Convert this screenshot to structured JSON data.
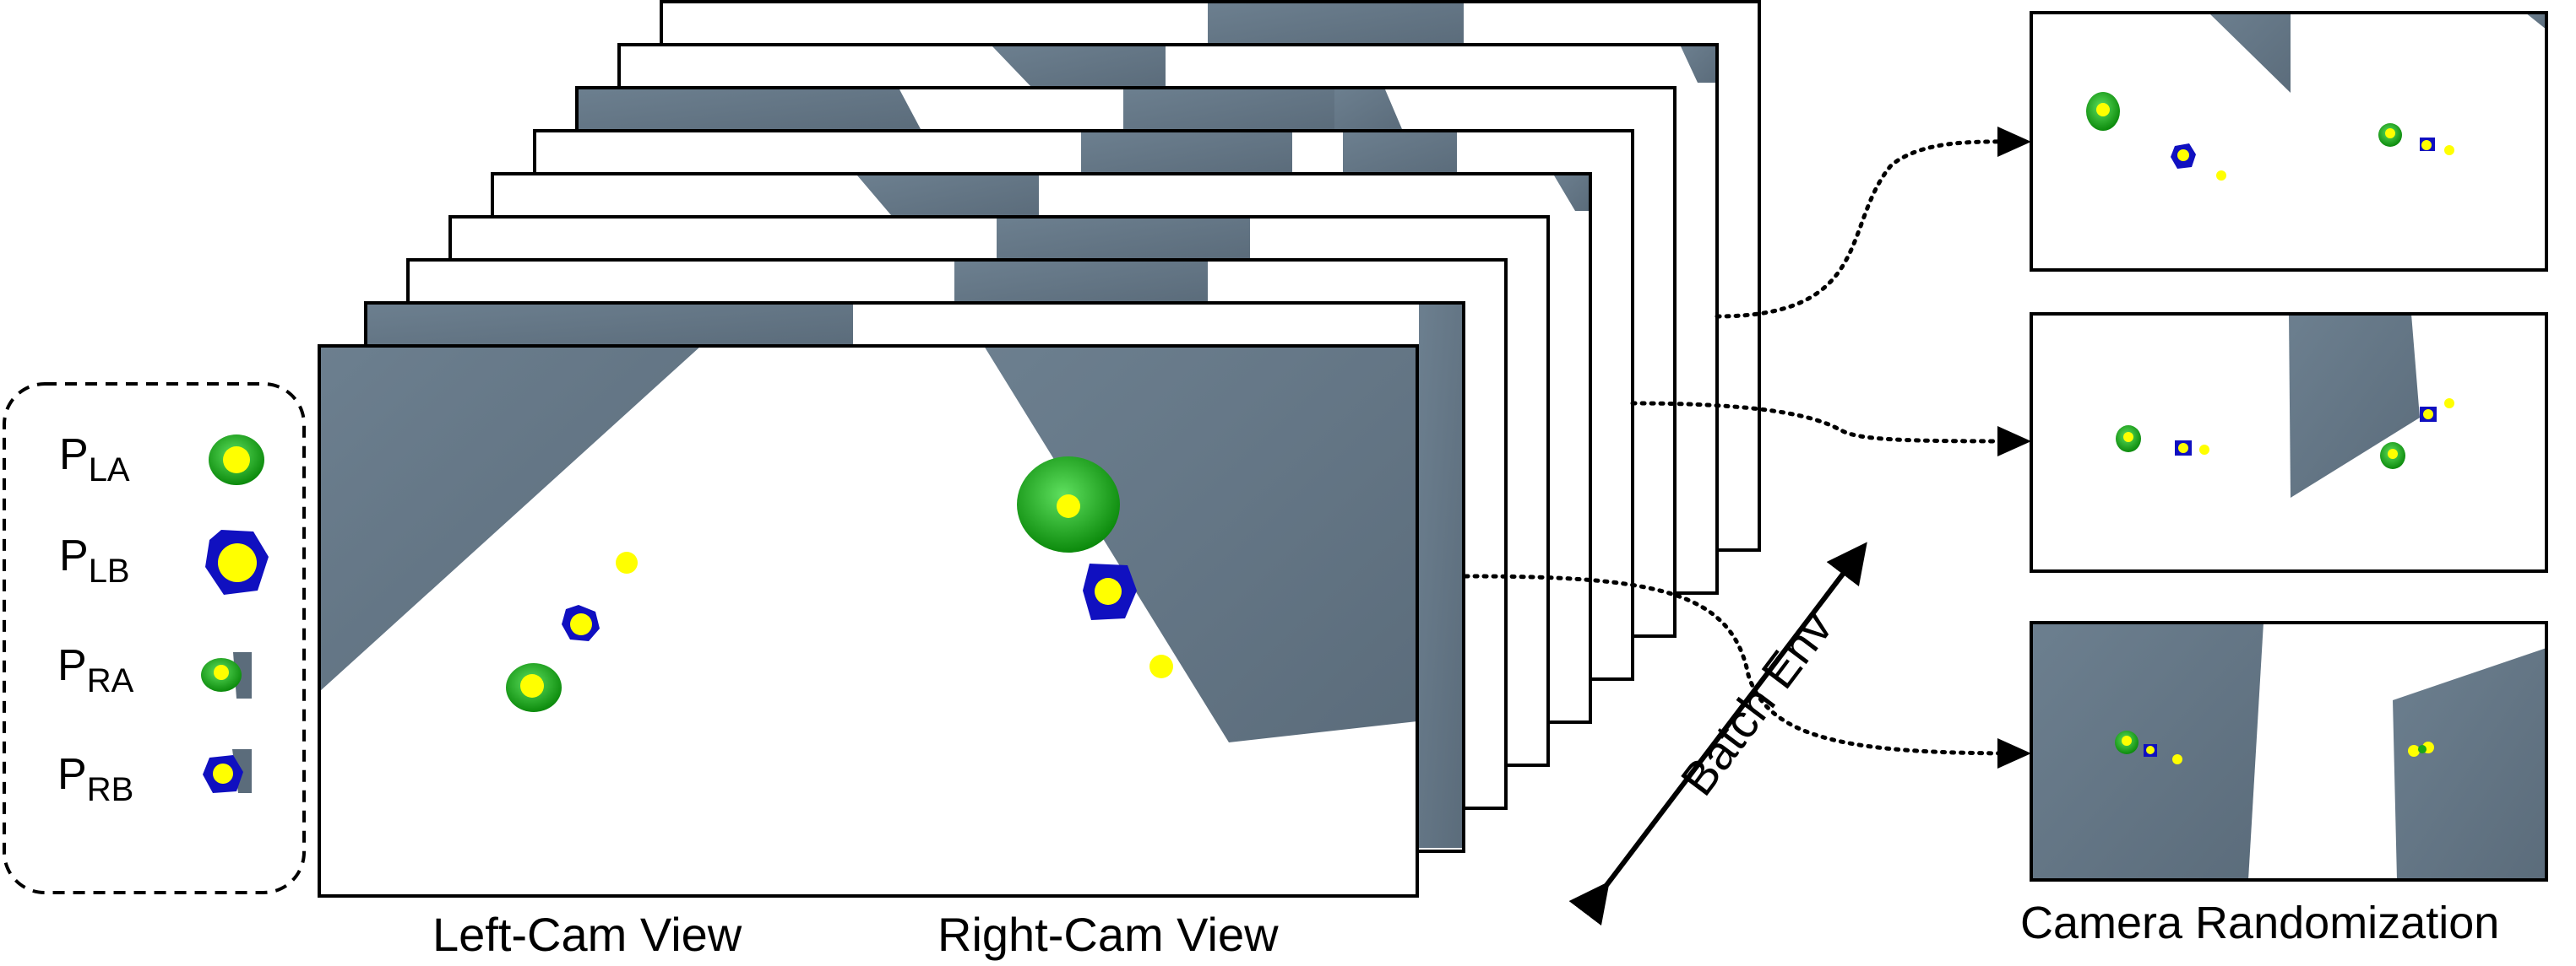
{
  "legend": {
    "items": [
      {
        "base": "P",
        "sub": "LA",
        "marker": "green-blob-marker"
      },
      {
        "base": "P",
        "sub": "LB",
        "marker": "blue-blob-marker"
      },
      {
        "base": "P",
        "sub": "RA",
        "marker": "green-blob-marker"
      },
      {
        "base": "P",
        "sub": "RB",
        "marker": "blue-blob-marker"
      }
    ]
  },
  "labels": {
    "left_cam": "Left-Cam View",
    "right_cam": "Right-Cam View",
    "batch_env": "Batch Env",
    "camera_randomization": "Camera Randomization"
  },
  "colors": {
    "floor_gray": "#667788",
    "green": "#1aa51a",
    "blue": "#1010c0",
    "yellow": "#ffff00"
  }
}
